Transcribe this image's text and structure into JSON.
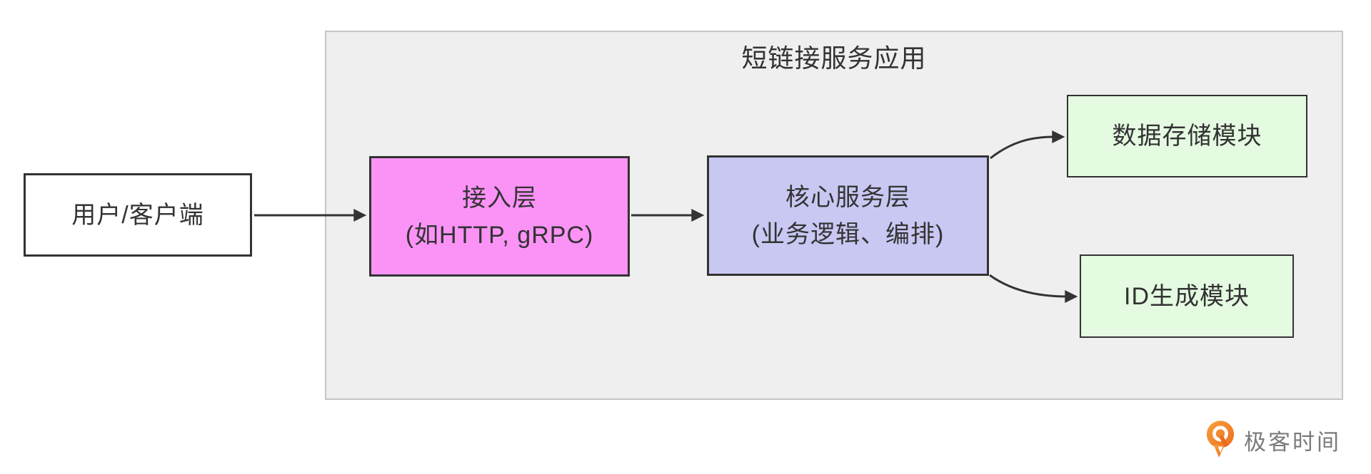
{
  "diagram": {
    "container": {
      "title": "短链接服务应用"
    },
    "nodes": {
      "client": {
        "label": "用户/客户端"
      },
      "access": {
        "line1": "接入层",
        "line2": "(如HTTP, gRPC)"
      },
      "core": {
        "line1": "核心服务层",
        "line2": "(业务逻辑、编排)"
      },
      "storage": {
        "label": "数据存储模块"
      },
      "idgen": {
        "label": "ID生成模块"
      }
    },
    "edges": [
      {
        "from": "client",
        "to": "access"
      },
      {
        "from": "access",
        "to": "core"
      },
      {
        "from": "core",
        "to": "storage"
      },
      {
        "from": "core",
        "to": "idgen"
      }
    ],
    "colors": {
      "container_bg": "#efefef",
      "container_border": "#c6c6c6",
      "client_bg": "#ffffff",
      "access_bg": "#fb93f6",
      "core_bg": "#c9c8f3",
      "module_bg": "#e4fae1",
      "node_border": "#333333",
      "arrow": "#333333",
      "text": "#333333"
    }
  },
  "branding": {
    "logo_icon": "geektime-logo-icon",
    "logo_text": "极客时间",
    "logo_orange": "#ec6c1d",
    "logo_orange_light": "#f9a13c",
    "text_color": "#7b7b7b"
  }
}
